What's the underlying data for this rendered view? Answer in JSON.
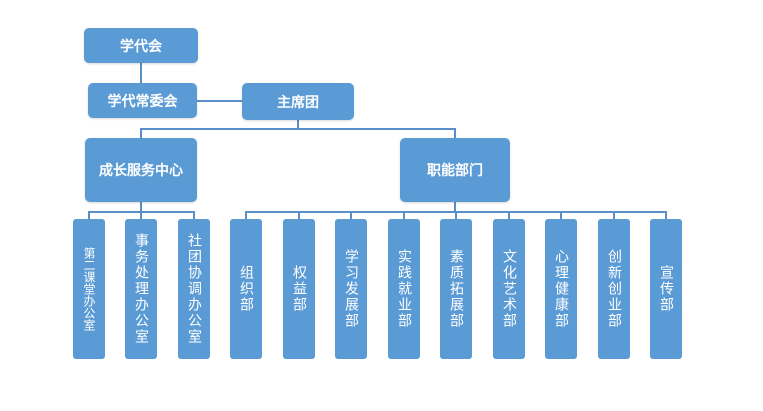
{
  "top": {
    "congress": "学代会",
    "standing": "学代常委会",
    "presidium": "主席团"
  },
  "groups": [
    {
      "label": "成长服务中心",
      "children": [
        "第二课堂办公室",
        "事务处理办公室",
        "社团协调办公室"
      ]
    },
    {
      "label": "职能部门",
      "children": [
        "组织部",
        "权益部",
        "学习发展部",
        "实践就业部",
        "素质拓展部",
        "文化艺术部",
        "心理健康部",
        "创新创业部",
        "宣传部"
      ]
    }
  ],
  "colors": {
    "box": "#5b9bd5",
    "line": "#5a8ec8"
  }
}
